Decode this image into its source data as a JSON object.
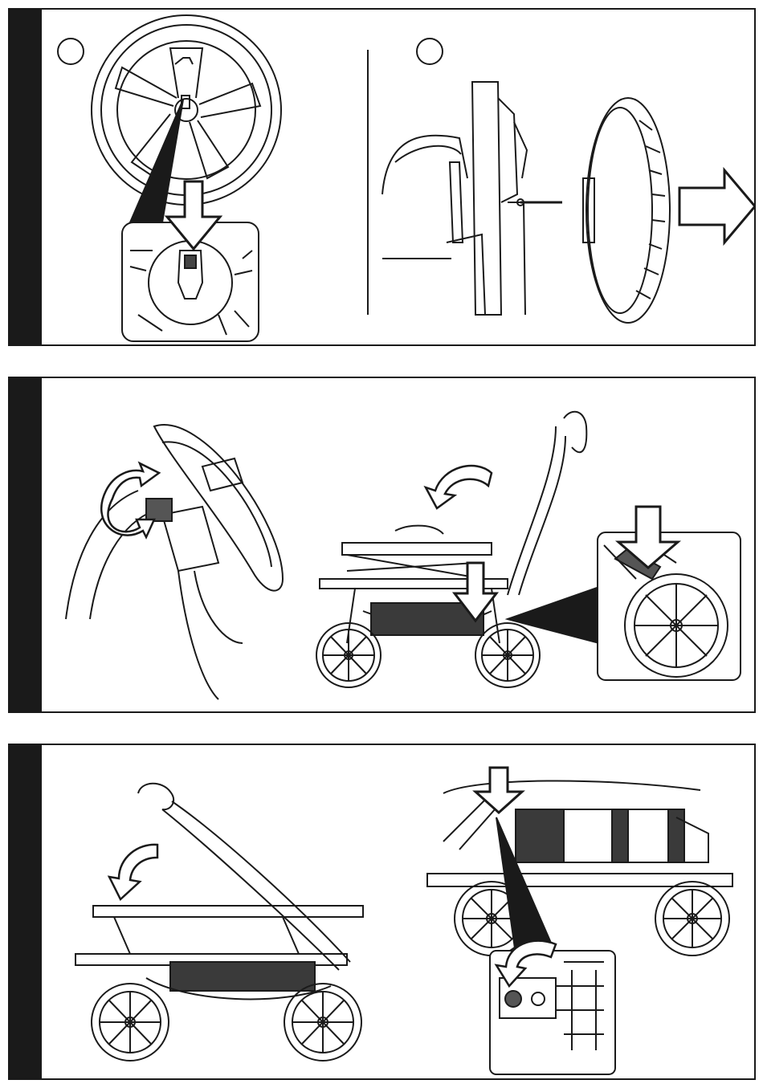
{
  "panels": [
    {
      "id": "panel-1",
      "steps": [
        {
          "label": ""
        },
        {
          "label": ""
        }
      ]
    },
    {
      "id": "panel-2"
    },
    {
      "id": "panel-3"
    }
  ],
  "colors": {
    "ink": "#1a1a1a",
    "paper": "#ffffff",
    "shade": "#555555",
    "mesh": "#3a3a3a"
  }
}
